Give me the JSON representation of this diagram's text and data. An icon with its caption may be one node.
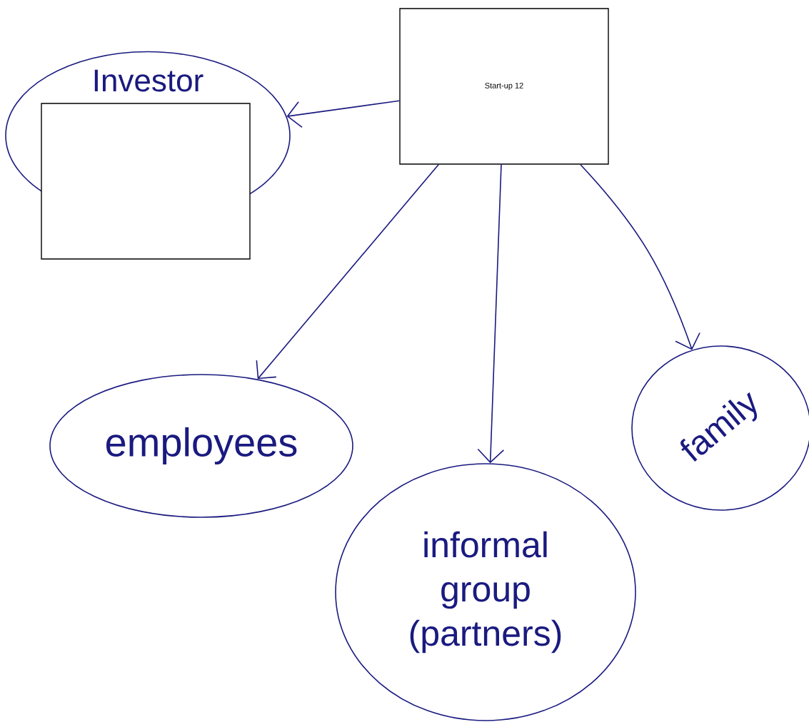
{
  "diagram": {
    "nodes": [
      {
        "text": [
          "Investor"
        ]
      },
      {
        "text": [],
        "shape": "box"
      },
      {
        "text": [
          "Start-up 12"
        ]
      },
      {
        "text": [
          "employees"
        ]
      },
      {
        "text": [
          "informal group (partners)"
        ]
      },
      {
        "text": [
          "family"
        ]
      }
    ],
    "edges": [
      {
        "from": 2,
        "to": 0,
        "arrow": "to"
      },
      {
        "from": 2,
        "to": 3,
        "arrow": "to"
      },
      {
        "from": 2,
        "to": 4,
        "arrow": "to"
      },
      {
        "from": 2,
        "to": 5,
        "arrow": "to"
      }
    ]
  }
}
